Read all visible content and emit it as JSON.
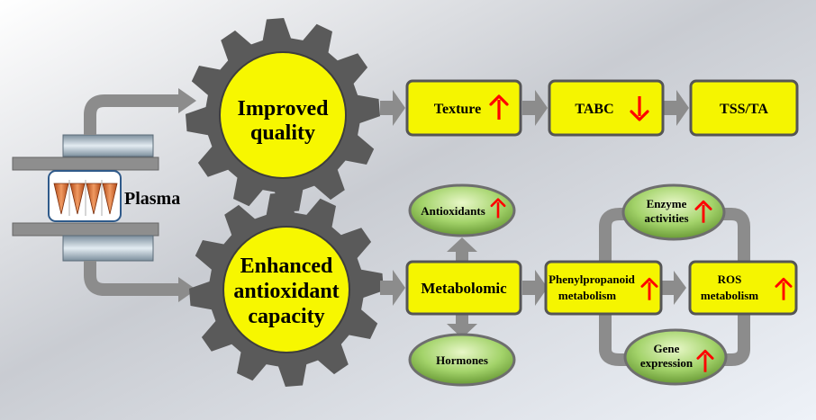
{
  "source": {
    "label": "Plasma"
  },
  "gears": {
    "quality": {
      "line1": "Improved",
      "line2": "quality"
    },
    "antioxidant": {
      "line1": "Enhanced",
      "line2": "antioxidant",
      "line3": "capacity"
    }
  },
  "quality_chain": {
    "texture": {
      "label": "Texture",
      "trend": "up"
    },
    "tabc": {
      "label": "TABC",
      "trend": "down"
    },
    "tss": {
      "label": "TSS/TA"
    }
  },
  "antioxidant_chain": {
    "metabolomic": "Metabolomic",
    "antioxidants": {
      "label": "Antioxidants",
      "trend": "up"
    },
    "hormones": "Hormones",
    "phenyl": {
      "line1": "Phenylpropanoid",
      "line2": "metabolism",
      "trend": "up"
    },
    "ros": {
      "line1": "ROS",
      "line2": "metabolism",
      "trend": "up"
    },
    "enzyme": {
      "line1": "Enzyme",
      "line2": "activities",
      "trend": "up"
    },
    "gene": {
      "line1": "Gene",
      "line2": "expression",
      "trend": "up"
    }
  },
  "colors": {
    "box_fill": "#f5f500",
    "gear_fill": "#5a5a5a",
    "gear_center": "#f7f700",
    "arrow_gray": "#8c8c8c",
    "trend_red": "#ff0000",
    "oval_green": "#a3d36a"
  }
}
